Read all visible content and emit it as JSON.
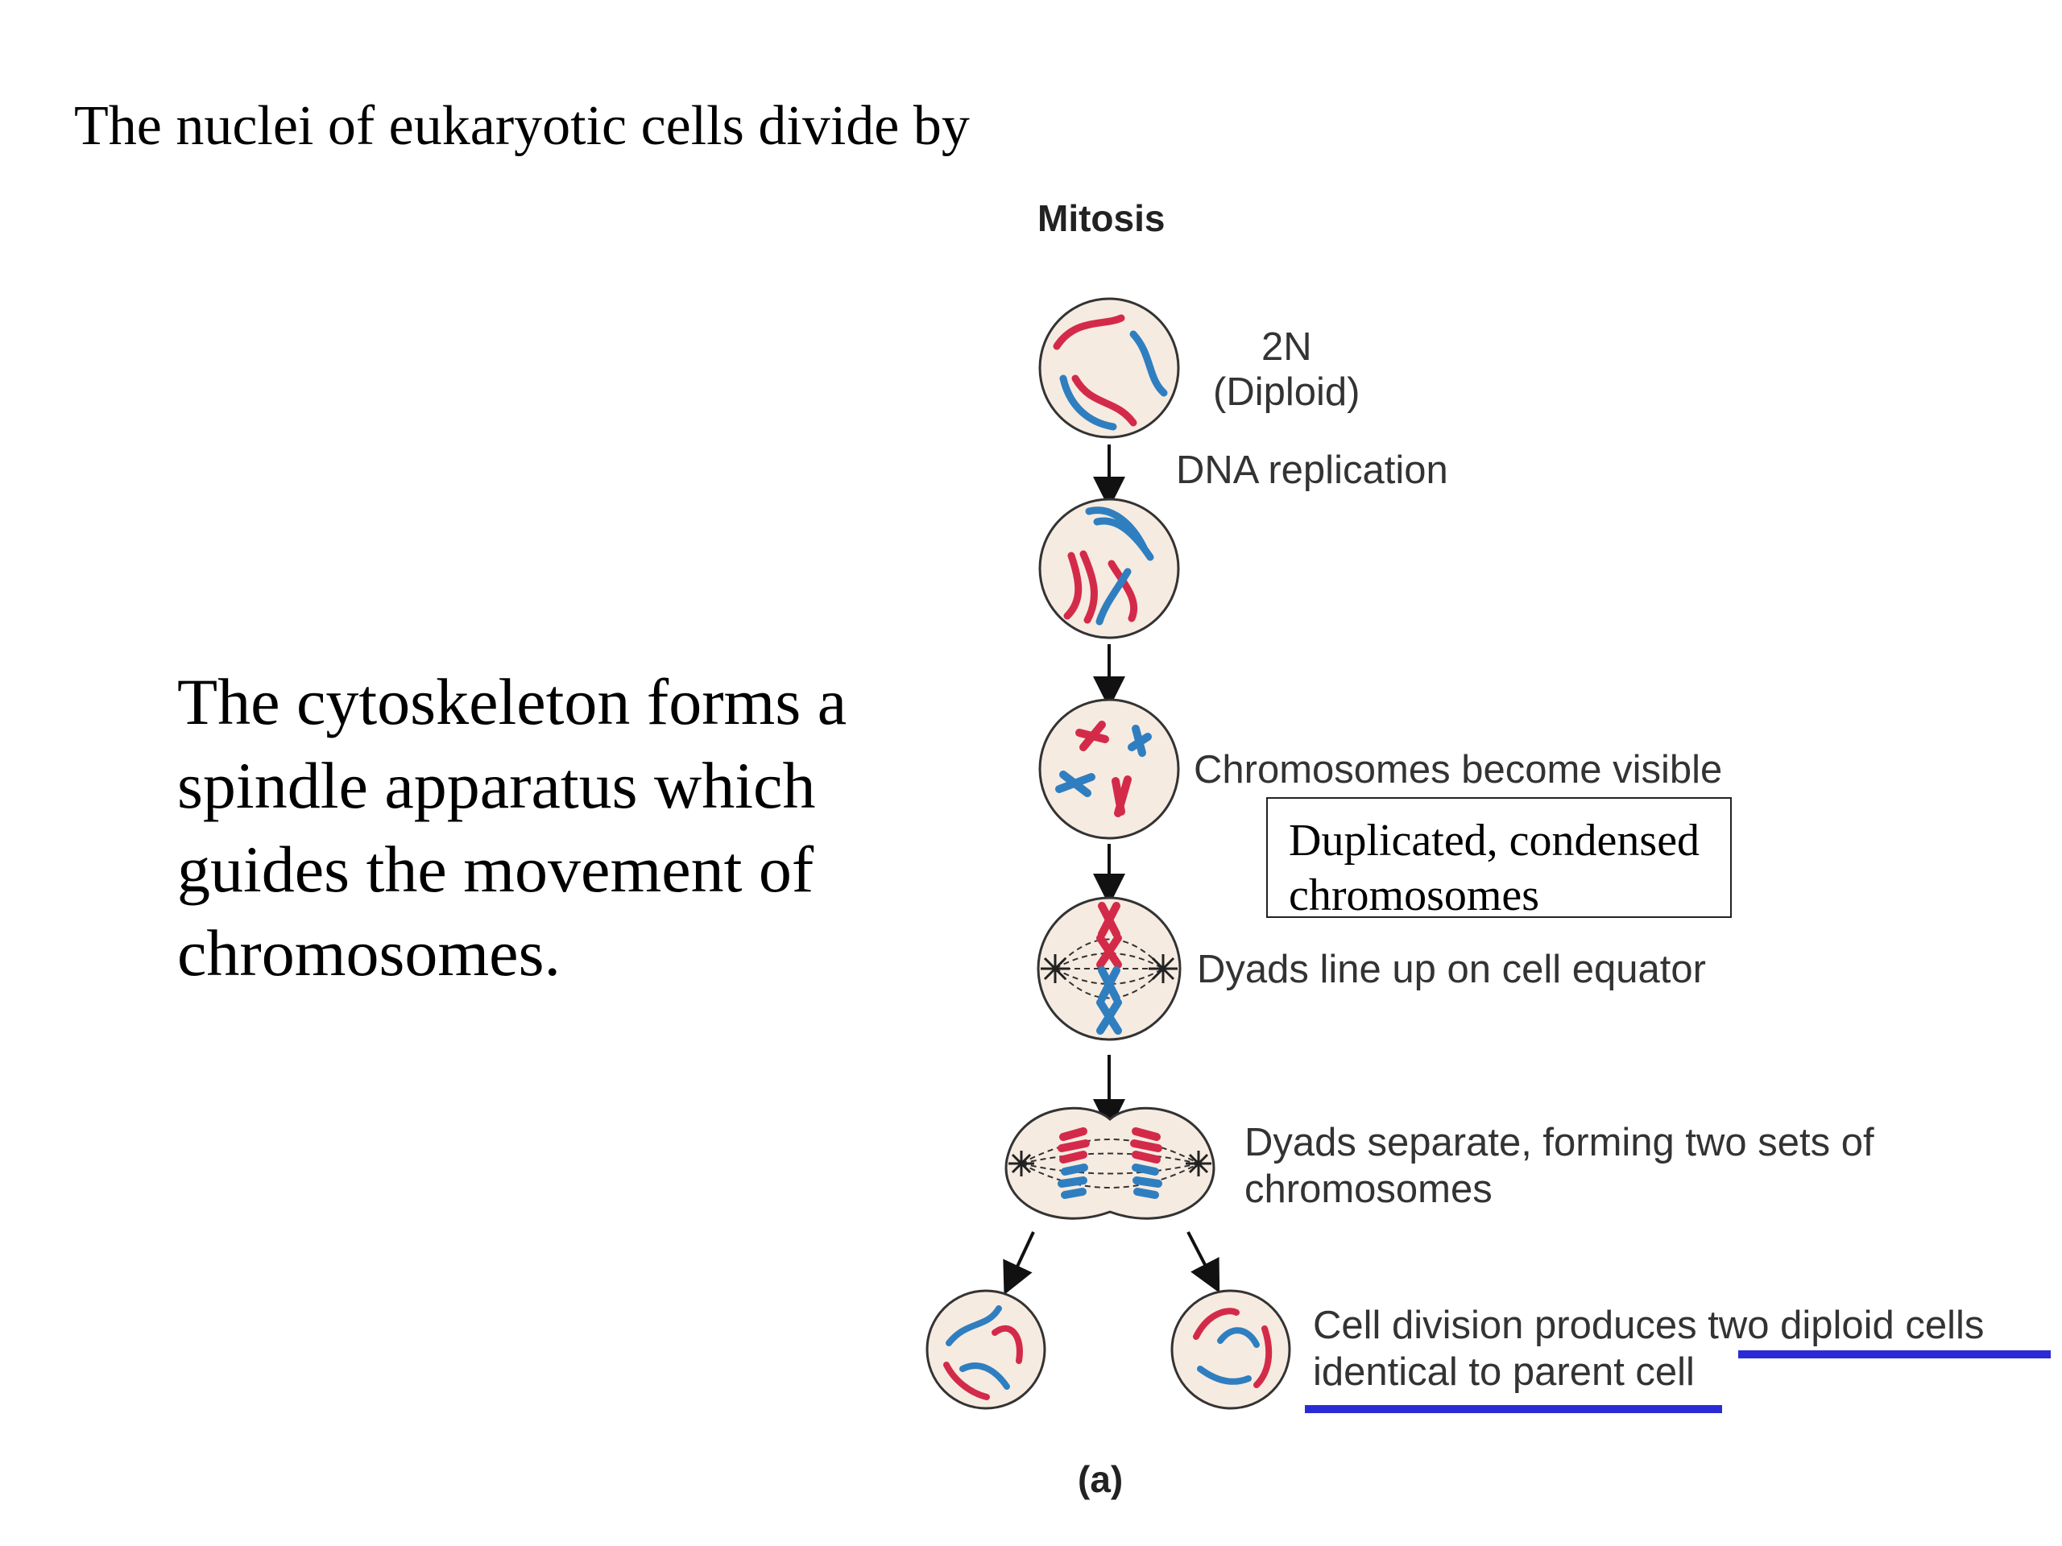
{
  "slide": {
    "heading": "The nuclei of eukaryotic cells divide by",
    "body_lines": [
      "The cytoskeleton forms a",
      "spindle apparatus which",
      "guides the movement of",
      "chromosomes."
    ]
  },
  "diagram": {
    "title": "Mitosis",
    "figure_label": "(a)",
    "labels": {
      "ploidy": "2N",
      "ploidy_sub": "(Diploid)",
      "replication": "DNA replication",
      "visible": "Chromosomes become visible",
      "callout_line1": "Duplicated, condensed",
      "callout_line2": "chromosomes",
      "equator": "Dyads line up on cell equator",
      "separate_line1": "Dyads separate, forming two sets of",
      "separate_line2": "chromosomes",
      "division_part1": "Cell division produces ",
      "division_part2": "two diploid cells",
      "division_line2": "identical to parent cell"
    },
    "colors": {
      "maternal": "#d42a4a",
      "paternal": "#2f7fc0",
      "cell_fill": "#f6ebe1",
      "underline": "#2b2bd6"
    }
  }
}
